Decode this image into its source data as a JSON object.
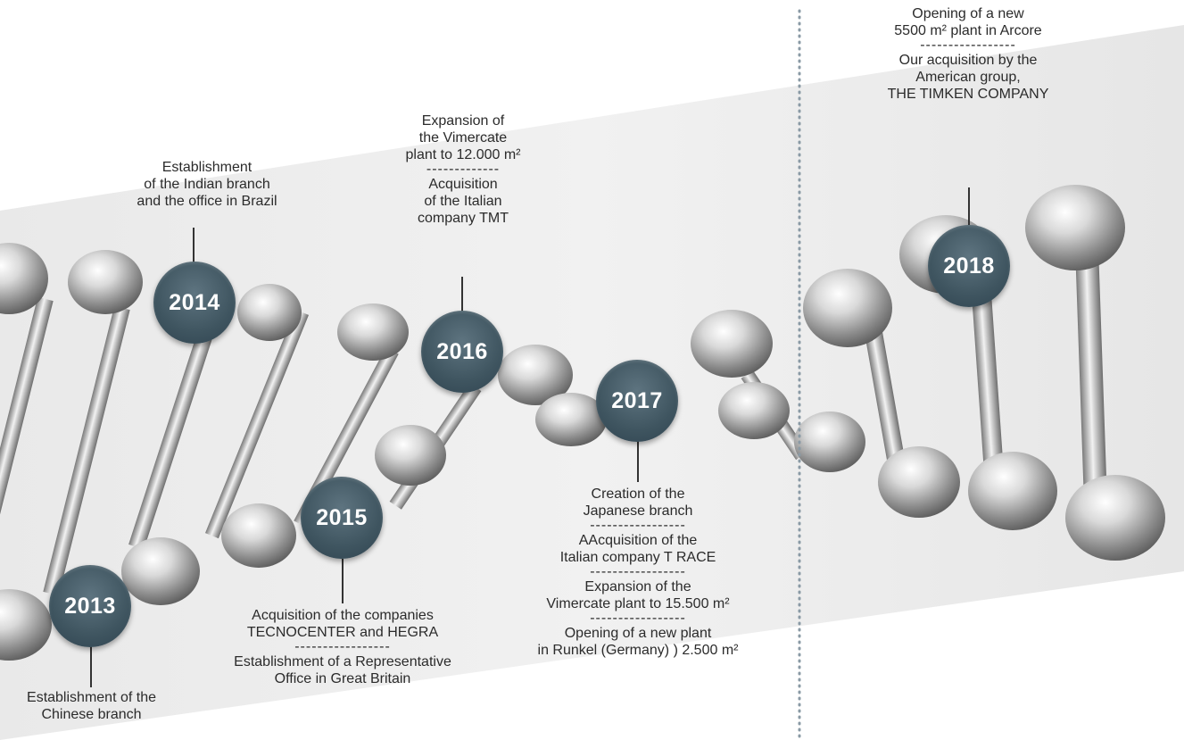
{
  "milestones": [
    {
      "year": "2013",
      "lines": [
        "Establishment of the",
        "Chinese branch"
      ]
    },
    {
      "year": "2014",
      "lines": [
        "Establishment",
        "of the Indian branch",
        "and the office in Brazil"
      ]
    },
    {
      "year": "2015",
      "lines": [
        "Acquisition of the companies",
        "TECNOCENTER and HEGRA",
        "-----------------",
        "Establishment of a Representative",
        "Office in Great Britain"
      ]
    },
    {
      "year": "2016",
      "lines": [
        "Expansion of",
        "the Vimercate",
        "plant to  12.000 m²",
        "-------------",
        "Acquisition",
        "of the Italian",
        "company TMT"
      ]
    },
    {
      "year": "2017",
      "lines": [
        "Creation of the",
        "Japanese branch",
        "-----------------",
        "AAcquisition of the",
        "Italian company T RACE",
        "-----------------",
        "Expansion of the",
        "Vimercate plant to  15.500 m²",
        "-----------------",
        "Opening of a new plant",
        "in Runkel (Germany) ) 2.500 m²"
      ]
    },
    {
      "year": "2018",
      "lines": [
        "Opening of a new",
        "5500 m² plant in Arcore",
        "-----------------",
        "Our acquisition by the",
        "American group,",
        "THE TIMKEN COMPANY"
      ]
    }
  ],
  "colors": {
    "badge": "#3f5560",
    "divider": "#8a9aa5",
    "text": "#2b2b2b"
  },
  "decor": {
    "background": "DNA double helix of chrome spheres and rods"
  }
}
